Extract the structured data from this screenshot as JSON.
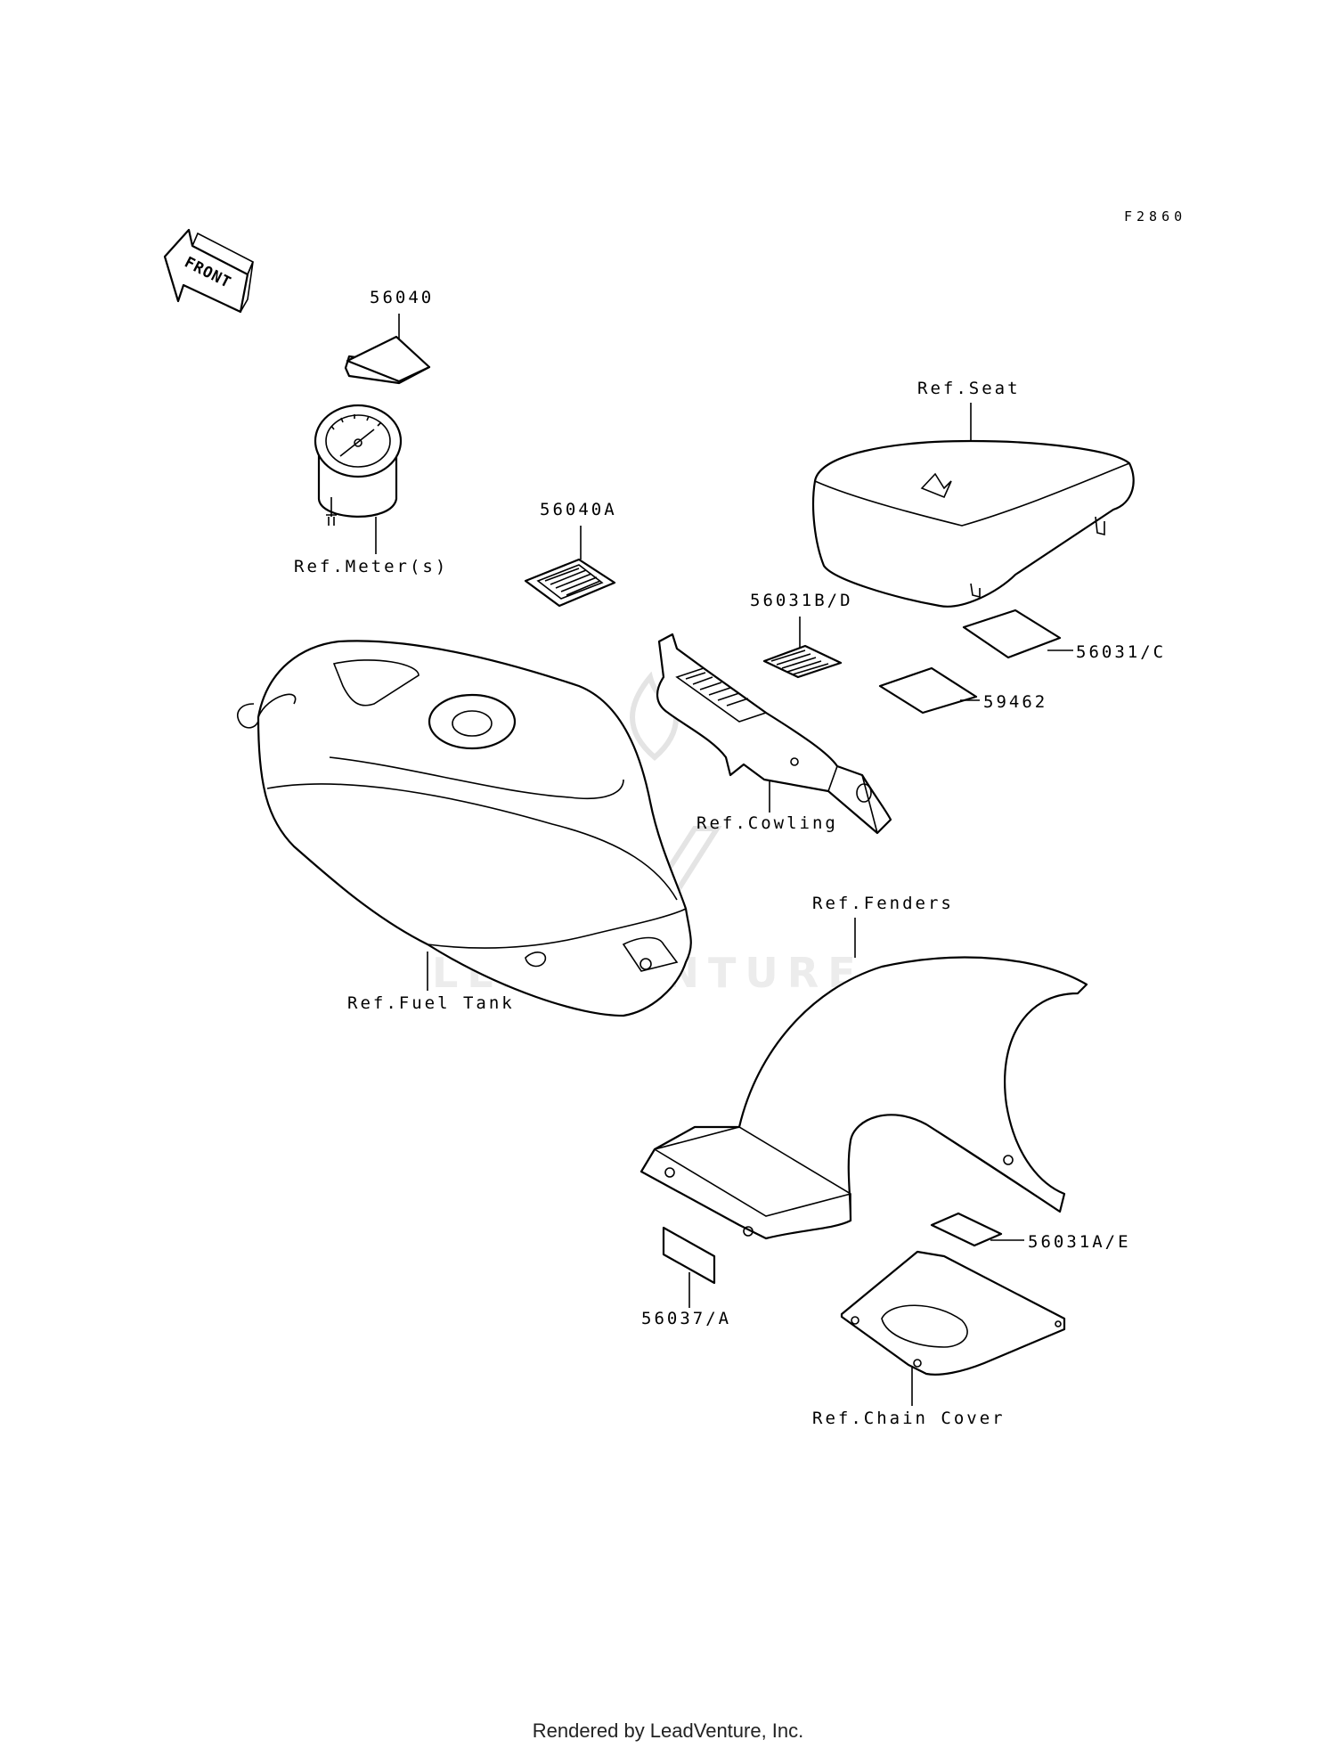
{
  "figure_code": "F2860",
  "front_label": "FRONT",
  "watermark": "LEADVENTURE",
  "footer": "Rendered by LeadVenture, Inc.",
  "callouts": {
    "c56040": "56040",
    "c56040A": "56040A",
    "meter": "Ref.Meter(s)",
    "seat": "Ref.Seat",
    "c56031BD": "56031B/D",
    "c56031C": "56031/C",
    "c59462": "59462",
    "cowling": "Ref.Cowling",
    "fuel_tank": "Ref.Fuel Tank",
    "fenders": "Ref.Fenders",
    "c56031AE": "56031A/E",
    "c56037A": "56037/A",
    "chain_cover": "Ref.Chain Cover"
  }
}
